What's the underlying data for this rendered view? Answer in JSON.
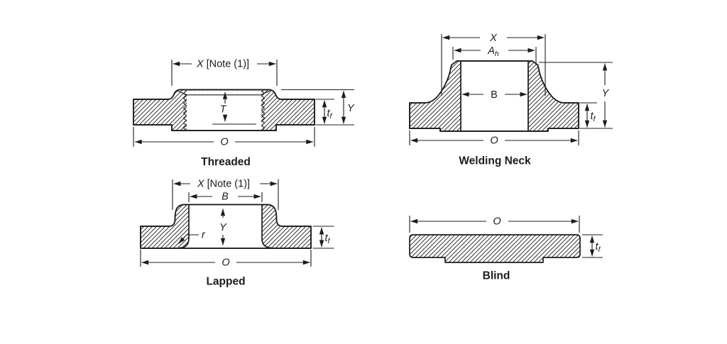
{
  "colors": {
    "bg": "#ffffff",
    "ink": "#1c1c1c"
  },
  "figure": {
    "threaded": {
      "caption": "Threaded",
      "dim_x": "X",
      "dim_x_note": "[Note (1)]",
      "dim_t": "T",
      "dim_tf_base": "t",
      "dim_tf_sub": "f",
      "dim_y": "Y",
      "dim_o": "O"
    },
    "welding_neck": {
      "caption": "Welding Neck",
      "dim_x": "X",
      "dim_a_base": "A",
      "dim_a_sub": "h",
      "dim_b": "B",
      "dim_y": "Y",
      "dim_tf_base": "t",
      "dim_tf_sub": "f",
      "dim_o": "O"
    },
    "lapped": {
      "caption": "Lapped",
      "dim_x": "X",
      "dim_x_note": "[Note (1)]",
      "dim_b": "B",
      "dim_y": "Y",
      "dim_r": "r",
      "dim_tf_base": "t",
      "dim_tf_sub": "f",
      "dim_o": "O"
    },
    "blind": {
      "caption": "Blind",
      "dim_o": "O",
      "dim_tf_base": "t",
      "dim_tf_sub": "f"
    }
  }
}
